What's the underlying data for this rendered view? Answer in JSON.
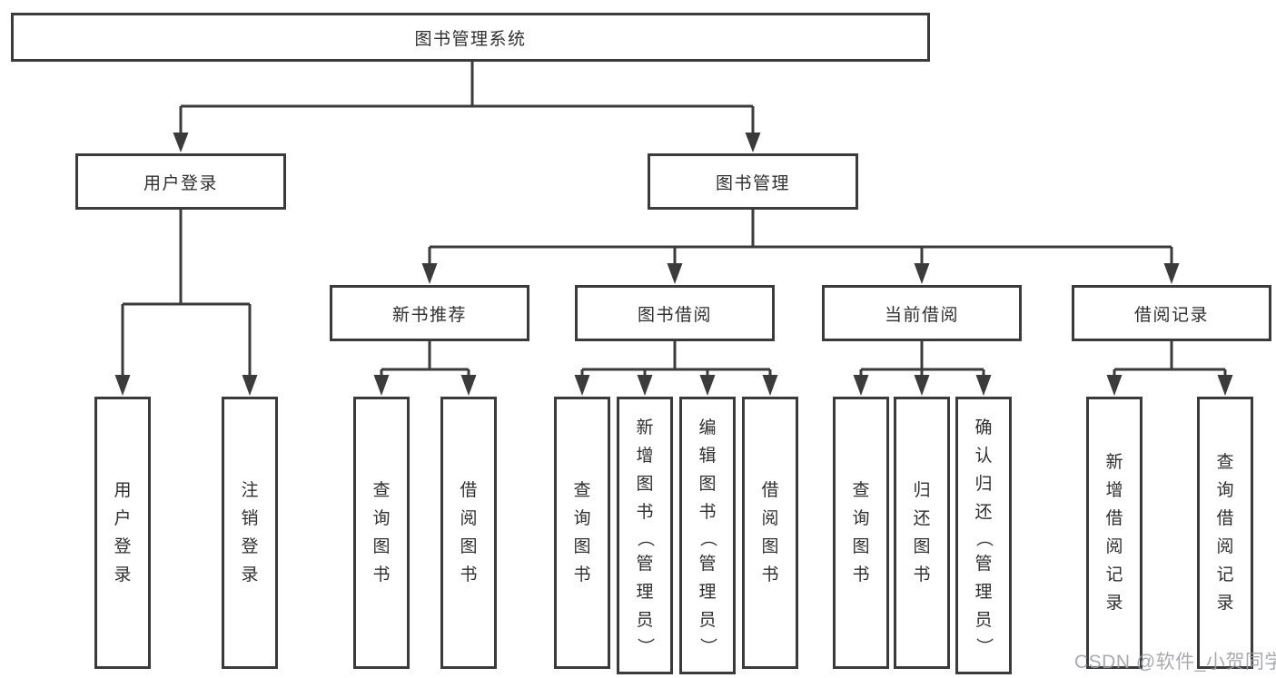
{
  "colors": {
    "line": "#3b3b3b",
    "text": "#2f2f2f",
    "box_bg": "#ffffff",
    "background": "#ffffff",
    "watermark": "#9ba0a6"
  },
  "tree": {
    "root": {
      "label": "图书管理系统"
    },
    "level2": [
      {
        "id": "user-login",
        "label": "用户登录",
        "parent": "root"
      },
      {
        "id": "book-management",
        "label": "图书管理",
        "parent": "root"
      }
    ],
    "level3": [
      {
        "id": "new-book-recommend",
        "label": "新书推荐",
        "parent": "book-management"
      },
      {
        "id": "book-borrow",
        "label": "图书借阅",
        "parent": "book-management"
      },
      {
        "id": "current-borrow",
        "label": "当前借阅",
        "parent": "book-management"
      },
      {
        "id": "borrow-record",
        "label": "借阅记录",
        "parent": "book-management"
      }
    ],
    "leaves": [
      {
        "label": "用户登录",
        "parent": "user-login"
      },
      {
        "label": "注销登录",
        "parent": "user-login"
      },
      {
        "label": "查询图书",
        "parent": "new-book-recommend"
      },
      {
        "label": "借阅图书",
        "parent": "new-book-recommend"
      },
      {
        "label": "查询图书",
        "parent": "book-borrow"
      },
      {
        "label": "新增图书（管理员）",
        "parent": "book-borrow"
      },
      {
        "label": "编辑图书（管理员）",
        "parent": "book-borrow"
      },
      {
        "label": "借阅图书",
        "parent": "book-borrow"
      },
      {
        "label": "查询图书",
        "parent": "current-borrow"
      },
      {
        "label": "归还图书",
        "parent": "current-borrow"
      },
      {
        "label": "确认归还（管理员）",
        "parent": "current-borrow"
      },
      {
        "label": "新增借阅记录",
        "parent": "borrow-record"
      },
      {
        "label": "查询借阅记录",
        "parent": "borrow-record"
      }
    ]
  },
  "watermark": {
    "text": "CSDN @软件_小贺同学"
  }
}
